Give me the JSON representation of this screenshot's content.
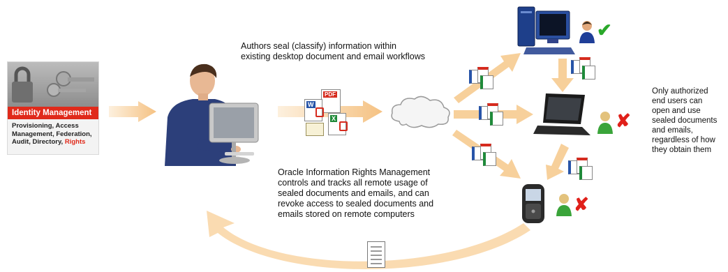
{
  "idm_card": {
    "title": "Identity Management",
    "line1": "Provisioning, Access",
    "line2": "Management, Federation,",
    "line3": "Audit, Directory, ",
    "rights": "Rights",
    "accent_color": "#e02a1b"
  },
  "captions": {
    "authors_line1": "Authors seal (classify) information within",
    "authors_line2": "existing desktop document and email workflows",
    "irm_line1": "Oracle Information Rights Management",
    "irm_line2": "controls and tracks all remote usage of",
    "irm_line3": "sealed documents and emails, and can",
    "irm_line4": "revoke access to sealed documents and",
    "irm_line5": "emails stored on remote computers",
    "users_line1": "Only authorized",
    "users_line2": "end users can",
    "users_line3": "open and use",
    "users_line4": "sealed documents",
    "users_line5": "and emails,",
    "users_line6": "regardless of how",
    "users_line7": "they obtain them"
  },
  "doc_badges": {
    "pdf": "PDF",
    "word": "W",
    "excel": "X"
  },
  "status": {
    "desktop_user": "authorized",
    "laptop_user": "unauthorized",
    "phone_user": "unauthorized"
  },
  "colors": {
    "arrow": "#f7c98a",
    "check": "#2aa82a",
    "cross": "#e0201a"
  }
}
